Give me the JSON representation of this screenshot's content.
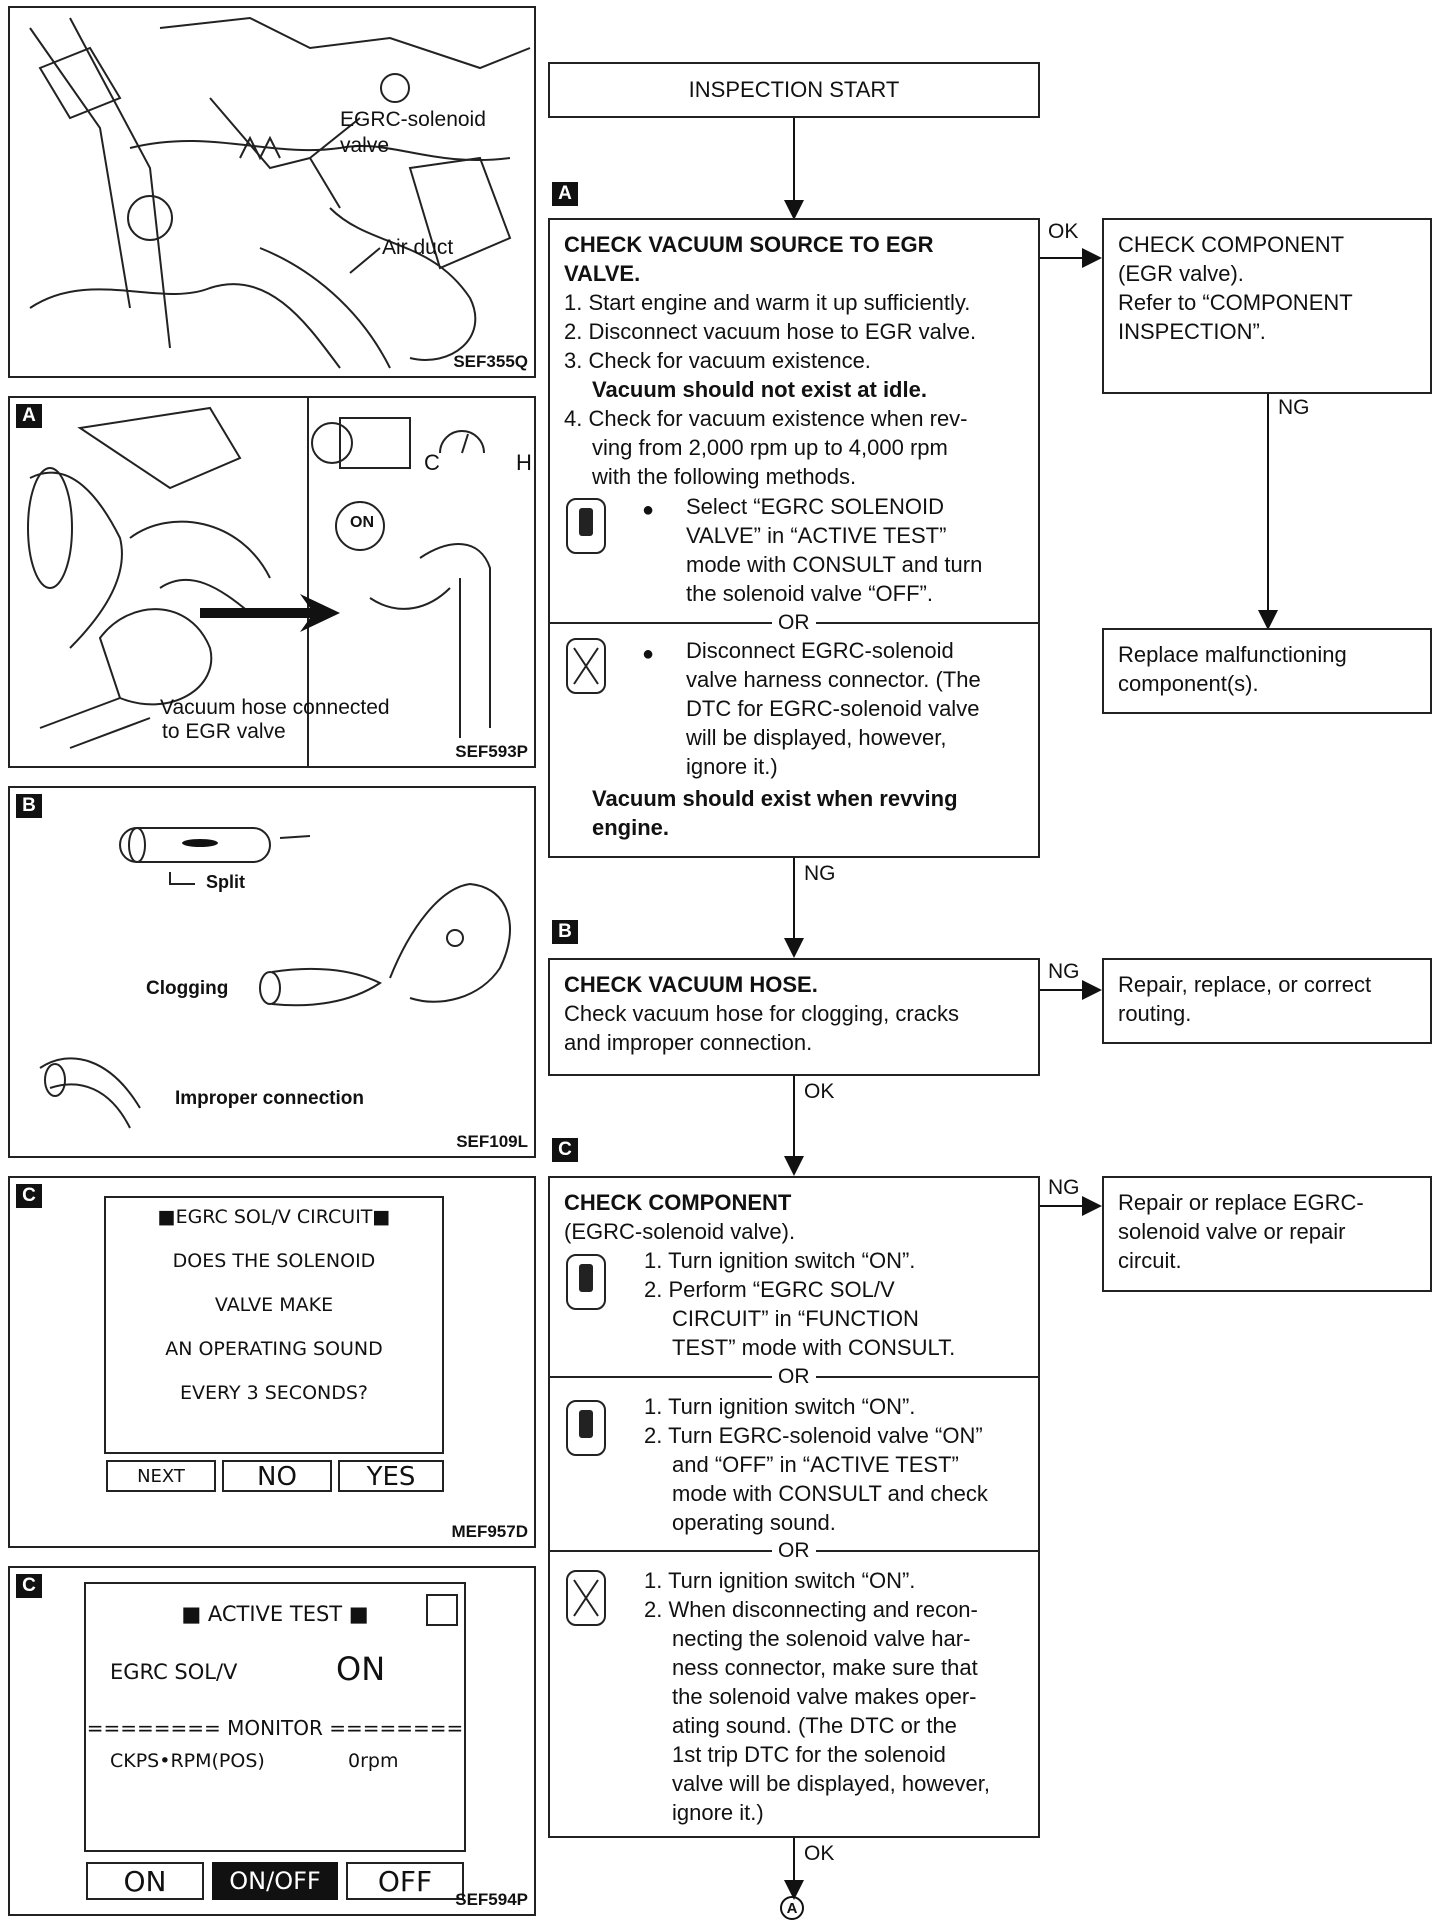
{
  "left_panels": {
    "p1": {
      "labels": [
        "EGRC-solenoid",
        "valve",
        "Air duct"
      ],
      "code": "SEF355Q"
    },
    "p2": {
      "tag": "A",
      "labels": [
        "Vacuum hose connected",
        "to EGR valve",
        "C",
        "H",
        "ON"
      ],
      "code": "SEF593P"
    },
    "p3": {
      "tag": "B",
      "labels": [
        "Split",
        "Clogging",
        "Improper connection"
      ],
      "code": "SEF109L"
    },
    "p4": {
      "tag": "C",
      "title": "EGRC SOL/V CIRCUIT",
      "lines": [
        "DOES THE SOLENOID",
        "VALVE MAKE",
        "AN OPERATING SOUND",
        "EVERY 3 SECONDS?"
      ],
      "buttons": [
        "NEXT",
        "NO",
        "YES"
      ],
      "code": "MEF957D"
    },
    "p5": {
      "tag": "C",
      "title": "ACTIVE TEST",
      "item": "EGRC SOL/V",
      "item_value": "ON",
      "monitor": "======== MONITOR ========",
      "mon_item": "CKPS•RPM(POS)",
      "mon_value": "0rpm",
      "buttons": [
        "ON",
        "ON/OFF",
        "OFF"
      ],
      "code": "SEF594P"
    }
  },
  "flow": {
    "start": "INSPECTION START",
    "stepA": {
      "tag": "A",
      "title": "CHECK VACUUM SOURCE TO EGR VALVE.",
      "items": [
        "1. Start engine and warm it up sufficiently.",
        "2. Disconnect vacuum hose to EGR valve.",
        "3. Check for vacuum existence."
      ],
      "note1": "Vacuum should not exist at idle.",
      "item4": [
        "4. Check for vacuum existence when rev-",
        "ving from 2,000 rpm up to 4,000 rpm",
        "with the following methods."
      ],
      "consult": [
        "Select “EGRC SOLENOID",
        "VALVE” in “ACTIVE TEST”",
        "mode with CONSULT and turn",
        "the solenoid valve “OFF”."
      ],
      "or": "OR",
      "noconsult": [
        "Disconnect EGRC-solenoid",
        "valve harness connector. (The",
        "DTC for EGRC-solenoid valve",
        "will be displayed, however,",
        "ignore it.)"
      ],
      "note2": [
        "Vacuum should exist when revving",
        "engine."
      ]
    },
    "comp": [
      "CHECK COMPONENT",
      "(EGR valve).",
      "Refer to “COMPONENT",
      "INSPECTION”."
    ],
    "replace": [
      "Replace malfunctioning",
      "component(s)."
    ],
    "stepB": {
      "tag": "B",
      "title": "CHECK VACUUM HOSE.",
      "body": [
        "Check vacuum hose for clogging, cracks",
        "and improper connection."
      ]
    },
    "repairB": [
      "Repair, replace, or correct",
      "routing."
    ],
    "stepC": {
      "tag": "C",
      "title": "CHECK COMPONENT",
      "sub": "(EGRC-solenoid valve).",
      "m1": [
        "1. Turn ignition switch “ON”.",
        "2. Perform “EGRC SOL/V",
        "CIRCUIT” in “FUNCTION",
        "TEST” mode with CONSULT."
      ],
      "m2": [
        "1. Turn ignition switch “ON”.",
        "2. Turn EGRC-solenoid valve “ON”",
        "and “OFF” in “ACTIVE TEST”",
        "mode with CONSULT and check",
        "operating sound."
      ],
      "m3": [
        "1. Turn ignition switch “ON”.",
        "2. When disconnecting and recon-",
        "necting the solenoid valve har-",
        "ness connector, make sure that",
        "the solenoid valve makes oper-",
        "ating sound. (The DTC or the",
        "1st trip DTC for the solenoid",
        "valve will be displayed, however,",
        "ignore it.)"
      ],
      "or": "OR"
    },
    "repairC": [
      "Repair or replace EGRC-",
      "solenoid valve or repair",
      "circuit."
    ],
    "labels": {
      "ok": "OK",
      "ng": "NG"
    },
    "end": "A"
  }
}
